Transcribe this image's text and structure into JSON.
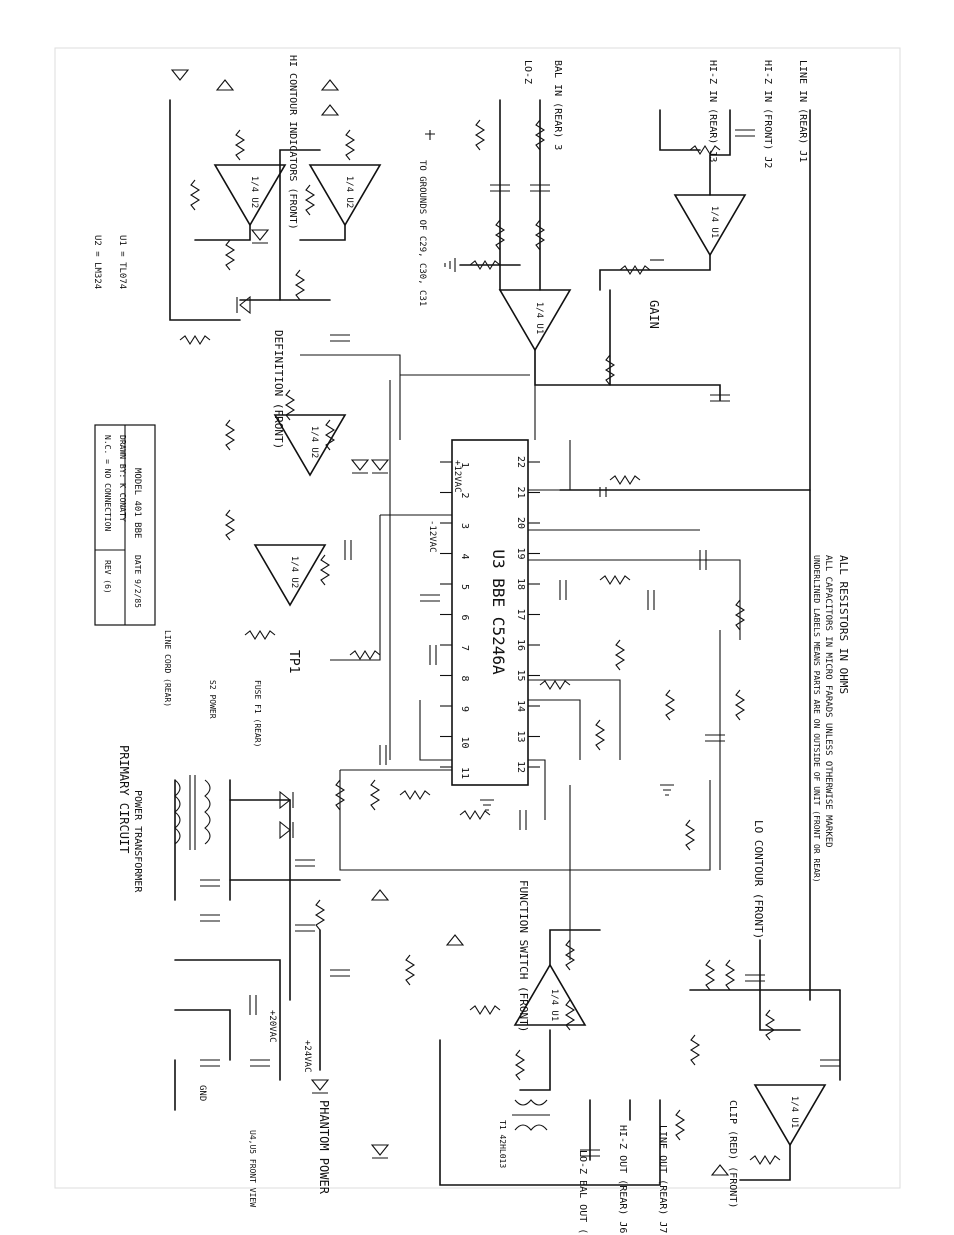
{
  "notes": [
    "ALL RESISTORS IN OHMS",
    "ALL CAPACITORS IN MICRO FARADS UNLESS OTHERWISE MARKED",
    "UNDERLINED LABELS MEANS PARTS ARE ON OUTSIDE OF UNIT (FRONT OR REAR)"
  ],
  "ic": {
    "name": "U3 BBE C5246A",
    "pins_top": [
      "1",
      "2",
      "3",
      "4",
      "5",
      "6",
      "7",
      "8",
      "9",
      "10",
      "11"
    ],
    "pins_bottom": [
      "22",
      "21",
      "20",
      "19",
      "18",
      "17",
      "16",
      "15",
      "14",
      "13",
      "12"
    ]
  },
  "inputs": [
    "LINE IN (REAR) J1",
    "HI-Z IN (FRONT) J2",
    "HI-Z IN (REAR) J3",
    "BAL IN (REAR) 3",
    "LO-Z"
  ],
  "outputs": [
    "LINE OUT (REAR) J7",
    "HI-Z OUT (REAR) J6",
    "LO-Z BAL OUT (REAR)"
  ],
  "controls": [
    "GAIN",
    "DEFINITION (FRONT)",
    "LO CONTOUR (FRONT)",
    "FUNCTION SWITCH (FRONT)",
    "CLIP (RED) (FRONT)",
    "HI CONTOUR INDICATORS (FRONT)"
  ],
  "section_labels": [
    "PRIMARY CIRCUIT",
    "PHANTOM POWER",
    "POWER TRANSFORMER"
  ],
  "title_block": {
    "model": "MODEL 401 BBE",
    "drawn": "DRAWN BY: K CONATY",
    "nc": "N.C. = NO CONNECTION",
    "date": "DATE 9/2/85",
    "rev": "REV (6)"
  },
  "opamps": [
    "1/4 U1",
    "1/4 U1",
    "1/4 U2",
    "1/4 U2",
    "1/4 U2",
    "1/4 U2",
    "1/4 U1",
    "1/4 U1"
  ],
  "rails": [
    "+12VAC",
    "-12VAC",
    "+20VAC",
    "+24VAC",
    "GND"
  ],
  "labels_misc": [
    "TO GROUNDS OF C29, C30, C31",
    "U1 = TL074",
    "U2 = LM324",
    "TP1",
    "LINE CORD (REAR)",
    "FUSE F1 (REAR)",
    "S2 POWER",
    "T1 42HL013",
    "U4,U5 FRONT VIEW"
  ]
}
